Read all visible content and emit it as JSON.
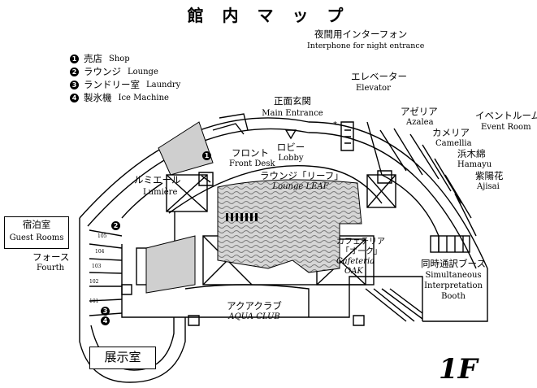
{
  "title": "館 内 マ ッ プ",
  "floor": "1F",
  "legend": [
    {
      "num": "1",
      "ja": "売店",
      "en": "Shop"
    },
    {
      "num": "2",
      "ja": "ラウンジ",
      "en": "Lounge"
    },
    {
      "num": "3",
      "ja": "ランドリー室",
      "en": "Laundry"
    },
    {
      "num": "4",
      "ja": "製氷機",
      "en": "Ice Machine"
    }
  ],
  "labels": {
    "interphone_ja": "夜間用インターフォン",
    "interphone_en": "Interphone for night entrance",
    "elevator_ja": "エレベーター",
    "elevator_en": "Elevator",
    "main_entrance_ja": "正面玄関",
    "main_entrance_en": "Main Entrance",
    "lobby_ja": "ロビー",
    "lobby_en": "Lobby",
    "front_ja": "フロント",
    "front_en": "Front Desk",
    "azalea_ja": "アゼリア",
    "azalea_en": "Azalea",
    "camellia_ja": "カメリア",
    "camellia_en": "Camellia",
    "hamayu_ja": "浜木綿",
    "hamayu_en": "Hamayu",
    "ajisai_ja": "紫陽花",
    "ajisai_en": "Ajisai",
    "event_ja": "イベントルーム",
    "event_en": "Event Room",
    "lumiere_ja": "ルミエール",
    "lumiere_en": "Lumière",
    "lounge_leaf_ja": "ラウンジ「リーフ」",
    "lounge_leaf_en": "Lounge LEAF",
    "guest_ja": "宿泊室",
    "guest_en": "Guest Rooms",
    "fourth_ja": "フォース",
    "fourth_en": "Fourth",
    "cafeteria_ja": "カフェテリア",
    "cafeteria_ja2": "「オーク」",
    "cafeteria_en": "Cafeteria",
    "cafeteria_en2": "OAK",
    "interp_ja": "同時通訳ブース",
    "interp_en1": "Simultaneous",
    "interp_en2": "Interpretation",
    "interp_en3": "Booth",
    "aqua_ja": "アクアクラブ",
    "aqua_en": "AQUA CLUB",
    "exhibit_ja": "展示室"
  },
  "room_numbers": [
    "105",
    "104",
    "103",
    "102",
    "101"
  ],
  "markers": [
    "1",
    "2",
    "3",
    "4"
  ],
  "colors": {
    "wall": "#000000",
    "shade": "#cfcfcf",
    "water": "#9a9a9a"
  }
}
